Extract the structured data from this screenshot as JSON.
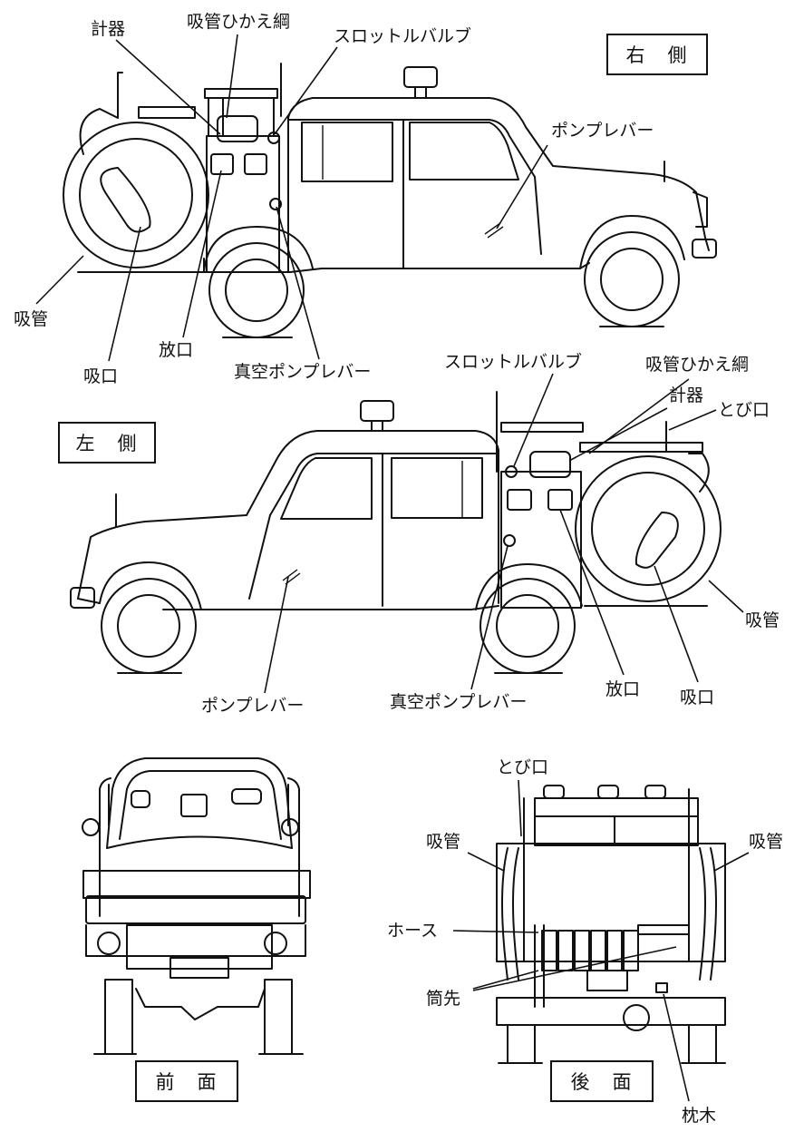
{
  "views": {
    "right": "右　側",
    "left": "左　側",
    "front": "前　面",
    "rear": "後　面"
  },
  "labels": {
    "gauge": "計器",
    "suction_pipe_rope": "吸管ひかえ綱",
    "throttle_valve": "スロットルバルブ",
    "pump_lever": "ポンプレバー",
    "suction_pipe": "吸管",
    "suction_port": "吸口",
    "discharge_port": "放口",
    "vacuum_pump_lever": "真空ポンプレバー",
    "tobiguchi": "とび口",
    "hose": "ホース",
    "nozzle": "筒先",
    "chock": "枕木"
  }
}
